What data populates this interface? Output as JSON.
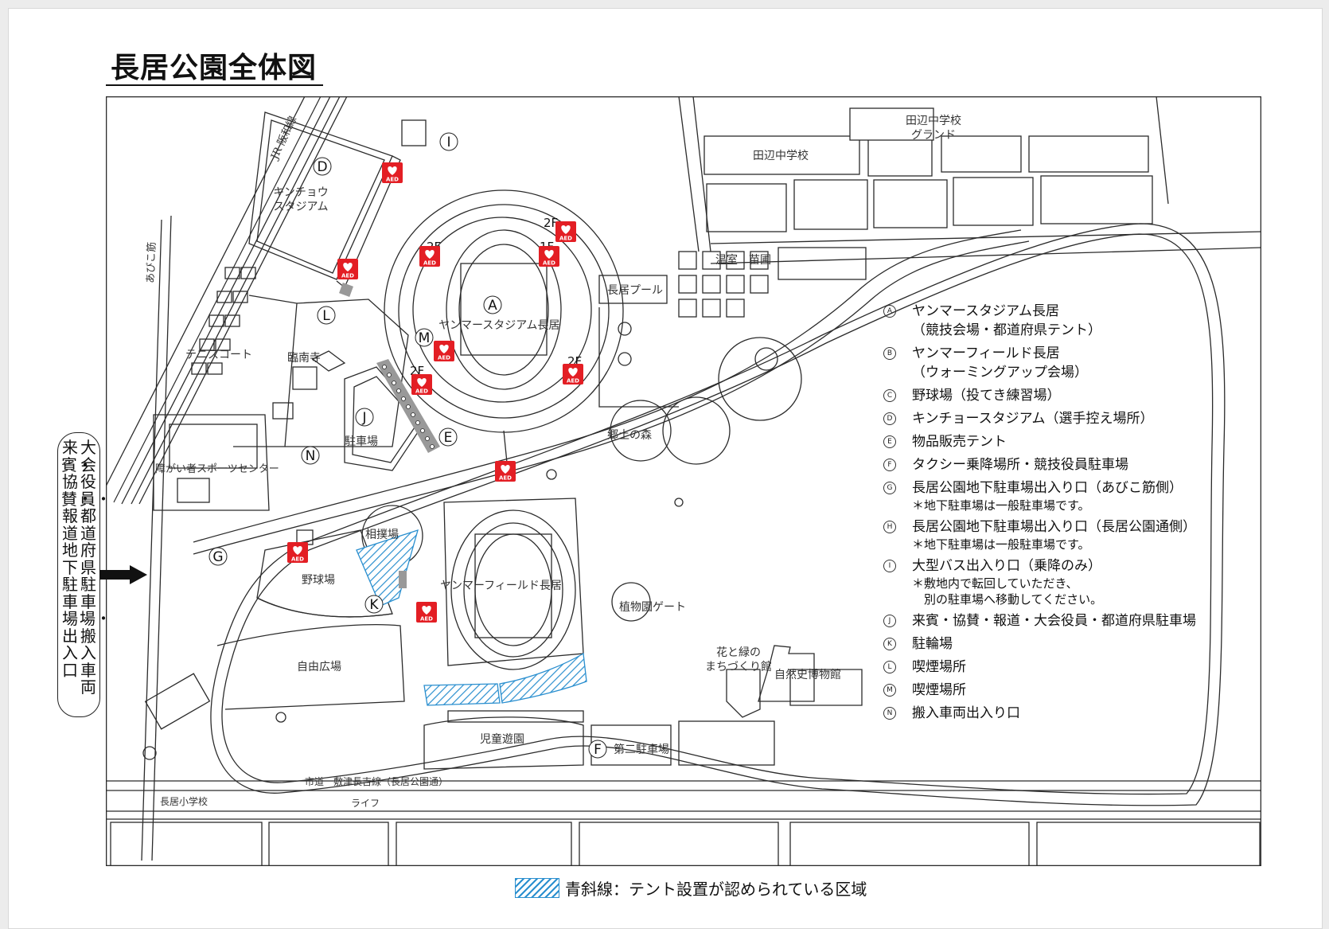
{
  "title": "長居公園全体図",
  "entrance": {
    "line1": "大会役員・都道府県駐車場・搬入車両",
    "line2": "来賓・協賛・報道　地下駐車場 出入口"
  },
  "map_labels": {
    "jr_line": "JR 阪和線",
    "abiko": "あびこ筋",
    "kincho": "キンチョウ\nスタジアム",
    "tanabe_jhs": "田辺中学校",
    "tanabe_ground": "田辺中学校\nグランド",
    "greenhouse": "温室　苗圃",
    "pool": "長居プール",
    "stadium": "ヤンマースタジアム長居",
    "tennis": "テニスコート",
    "rinnanji": "臨南寺",
    "parking": "駐車場",
    "disability_center": "障がい者スポーツセンター",
    "sumo": "相撲場",
    "baseball": "野球場",
    "field": "ヤンマーフィールド長居",
    "forest": "郷土の森",
    "botanical_gate": "植物園ゲート",
    "flower_hall": "花と緑の\nまちづくり館",
    "museum": "自然史博物館",
    "free_plaza": "自由広場",
    "playground": "児童遊園",
    "second_parking": "第二駐車場",
    "road": "市道　敷津長吉線（長居公園通）",
    "nagai_es": "長居小学校",
    "life": "ライフ",
    "floor_2f": "2F",
    "floor_1f": "1F",
    "aed": "AED"
  },
  "markers": {
    "A": "A",
    "D": "D",
    "E": "E",
    "F": "F",
    "G": "G",
    "I": "I",
    "J": "J",
    "K": "K",
    "L": "L",
    "M": "M",
    "N": "N"
  },
  "key": [
    {
      "code": "A",
      "lines": [
        "ヤンマースタジアム長居",
        "（競技会場・都道府県テント）"
      ]
    },
    {
      "code": "B",
      "lines": [
        "ヤンマーフィールド長居",
        "（ウォーミングアップ会場）"
      ]
    },
    {
      "code": "C",
      "lines": [
        "野球場（投てき練習場）"
      ]
    },
    {
      "code": "D",
      "lines": [
        "キンチョースタジアム（選手控え場所）"
      ]
    },
    {
      "code": "E",
      "lines": [
        "物品販売テント"
      ]
    },
    {
      "code": "F",
      "lines": [
        "タクシー乗降場所・競技役員駐車場"
      ]
    },
    {
      "code": "G",
      "lines": [
        "長居公園地下駐車場出入り口（あびこ筋側）",
        "＊地下駐車場は一般駐車場です。"
      ]
    },
    {
      "code": "H",
      "lines": [
        "長居公園地下駐車場出入り口（長居公園通側）",
        "＊地下駐車場は一般駐車場です。"
      ]
    },
    {
      "code": "I",
      "lines": [
        "大型バス出入り口（乗降のみ）",
        "＊敷地内で転回していただき、",
        "　別の駐車場へ移動してください。"
      ]
    },
    {
      "code": "J",
      "lines": [
        "来賓・協賛・報道・大会役員・都道府県駐車場"
      ]
    },
    {
      "code": "K",
      "lines": [
        "駐輪場"
      ]
    },
    {
      "code": "L",
      "lines": [
        "喫煙場所"
      ]
    },
    {
      "code": "M",
      "lines": [
        "喫煙場所"
      ]
    },
    {
      "code": "N",
      "lines": [
        "搬入車両出入り口"
      ]
    }
  ],
  "legend": {
    "text": "青斜線：テント設置が認められている区域"
  },
  "colors": {
    "aed": "#e31e24",
    "hatch": "#2a8fcf",
    "line": "#2b2b2b"
  },
  "icons": [
    "aed-icon",
    "arrow-right-icon"
  ]
}
